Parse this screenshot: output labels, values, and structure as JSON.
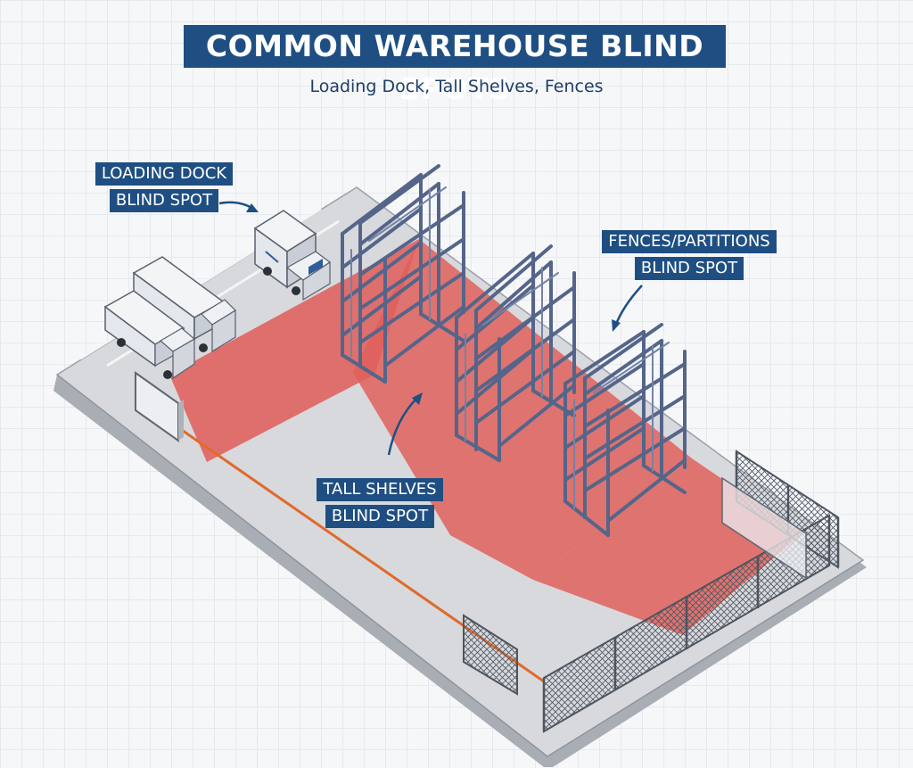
{
  "title": "COMMON WAREHOUSE BLIND SPOTS",
  "subtitle": "Loading Dock, Tall Shelves, Fences",
  "callouts": {
    "loading_dock": {
      "line1": "LOADING DOCK",
      "line2": "BLIND SPOT"
    },
    "fences": {
      "line1": "FENCES/PARTITIONS",
      "line2": "BLIND SPOT"
    },
    "tall_shelves": {
      "line1": "TALL SHELVES",
      "line2": "BLIND SPOT"
    }
  },
  "colors": {
    "label_background": "#1f4f82",
    "blind_zone": "#e0605c",
    "rack_steel": "#5a6a8c",
    "floor": "#d6d8dc",
    "guide_line": "#e06a2a"
  }
}
